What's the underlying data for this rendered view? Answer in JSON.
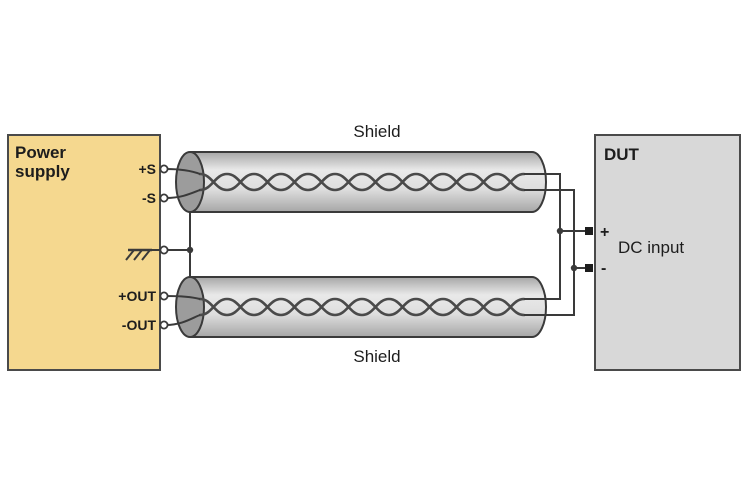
{
  "power_supply": {
    "title_line1": "Power",
    "title_line2": "supply",
    "terminals": {
      "plus_s": "+S",
      "minus_s": "-S",
      "plus_out": "+OUT",
      "minus_out": "-OUT"
    }
  },
  "cables": {
    "top_label": "Shield",
    "bottom_label": "Shield"
  },
  "dut": {
    "title": "DUT",
    "plus": "+",
    "minus": "-",
    "dc_input": "DC input"
  },
  "icons": {
    "ground": "chassis-ground-icon"
  },
  "colors": {
    "power_supply_fill": "#f5d88f",
    "dut_fill": "#d8d8d8",
    "cable_cap_fill": "#9c9c9c",
    "wire": "#4a4a4a",
    "line": "#3a3a3a",
    "text": "#1d1d1d"
  }
}
